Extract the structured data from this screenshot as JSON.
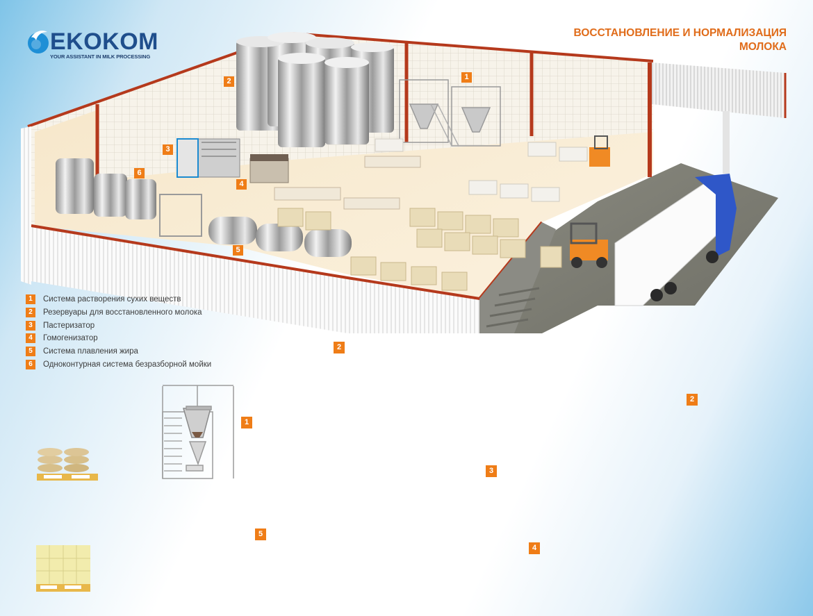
{
  "logo": {
    "name": "EKOKOM",
    "tagline": "YOUR ASSISTANT IN MILK PROCESSING",
    "brand_color": "#1f4e8c",
    "drop_color": "#1e8fd6"
  },
  "title": {
    "line1": "ВОССТАНОВЛЕНИЕ И НОРМАЛИЗАЦИЯ",
    "line2": "МОЛОКА",
    "color": "#e06c1a"
  },
  "plant": {
    "badges": [
      "1",
      "2",
      "3",
      "4",
      "5",
      "6"
    ]
  },
  "legend": {
    "items": [
      {
        "num": "1",
        "label": "Система растворения сухих веществ"
      },
      {
        "num": "2",
        "label": "Резервуары для восстановленного молока"
      },
      {
        "num": "3",
        "label": "Пастеризатор"
      },
      {
        "num": "4",
        "label": "Гомогенизатор"
      },
      {
        "num": "5",
        "label": "Система плавления жира"
      },
      {
        "num": "6",
        "label": "Одноконтурная система безразборной мойки"
      }
    ]
  },
  "flow": {
    "badges": {
      "dissolver": "1",
      "tank_a": "2",
      "pasteurizer": "3",
      "homogenizer": "4",
      "fat_melter": "5",
      "tank_b": "2"
    },
    "colors": {
      "milk_line": "#1a9ad6",
      "fat_line": "#ef8a25",
      "badge": "#ef7d17"
    }
  }
}
